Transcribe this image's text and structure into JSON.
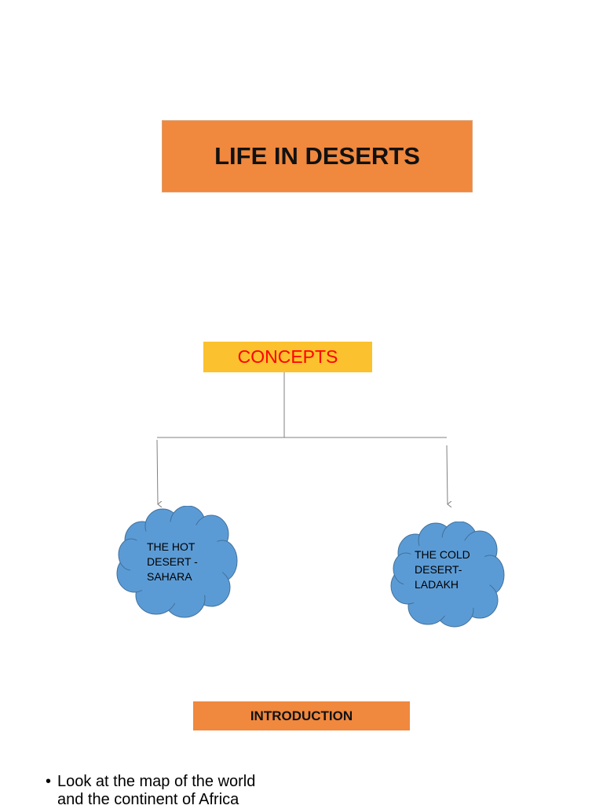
{
  "title": "LIFE IN DESERTS",
  "concepts": "CONCEPTS",
  "hot_desert": {
    "lines": [
      "THE HOT",
      "DESERT -",
      "SAHARA"
    ]
  },
  "cold_desert": {
    "lines": [
      "THE COLD",
      "DESERT-",
      "LADAKH"
    ]
  },
  "introduction": "INTRODUCTION",
  "bullets": [
    {
      "mark": "•",
      "lines": [
        "Look at the map of the world",
        "and the continent of Africa"
      ]
    }
  ],
  "colors": {
    "orange_box": "#F0883E",
    "concepts_box": "#FBC12E",
    "concepts_text": "#FF0000",
    "cloud_fill": "#5B9BD5",
    "cloud_stroke": "#41719C",
    "connector": "#808080"
  }
}
